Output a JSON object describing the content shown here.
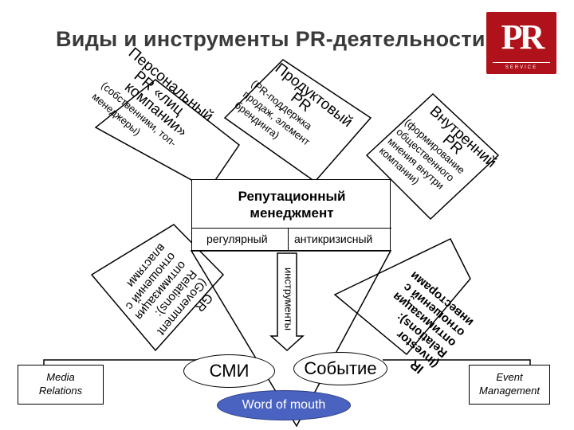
{
  "title": "Виды и инструменты PR-деятельности",
  "logo": {
    "text": "PR",
    "subtitle": "SERVICE",
    "color": "#b0121b"
  },
  "center": {
    "title_line1": "Репутационный",
    "title_line2": "менеджмент",
    "left": "регулярный",
    "right": "антикризисный"
  },
  "personal": {
    "line1": "Персональный",
    "line2": "PR «лиц",
    "line3": "компании»",
    "line4": "(собственники, топ-",
    "line5": "менеджеры)"
  },
  "product": {
    "line1": "Продуктовый",
    "line2": "PR",
    "line3": "(PR-поддержка",
    "line4": "продаж, элемент",
    "line5": "брендинга)"
  },
  "internal": {
    "line1": "Внутренний",
    "line2": "PR",
    "line3": "(формирование",
    "line4": "общественного",
    "line5": "мнения внутри",
    "line6": "компании)"
  },
  "gr": {
    "line1": "GR",
    "line2": "(Government",
    "line3": "Relations):",
    "line4": "оптимизация",
    "line5": "отношений с",
    "line6": "властями"
  },
  "ir": {
    "line1": "IR",
    "line2": "(Investor",
    "line3": "Relations):",
    "line4": "оптимизация",
    "line5": "отношений с",
    "line6": "инвесторами"
  },
  "tools": "инструменты",
  "smi": "СМИ",
  "event": "Событие",
  "wom": "Word of mouth",
  "media_relations": {
    "line1": "Media",
    "line2": "Relations"
  },
  "event_management": {
    "line1": "Event",
    "line2": "Management"
  },
  "colors": {
    "wom_fill": "#4a63c0",
    "ellipse_fill": "#ffffff"
  }
}
